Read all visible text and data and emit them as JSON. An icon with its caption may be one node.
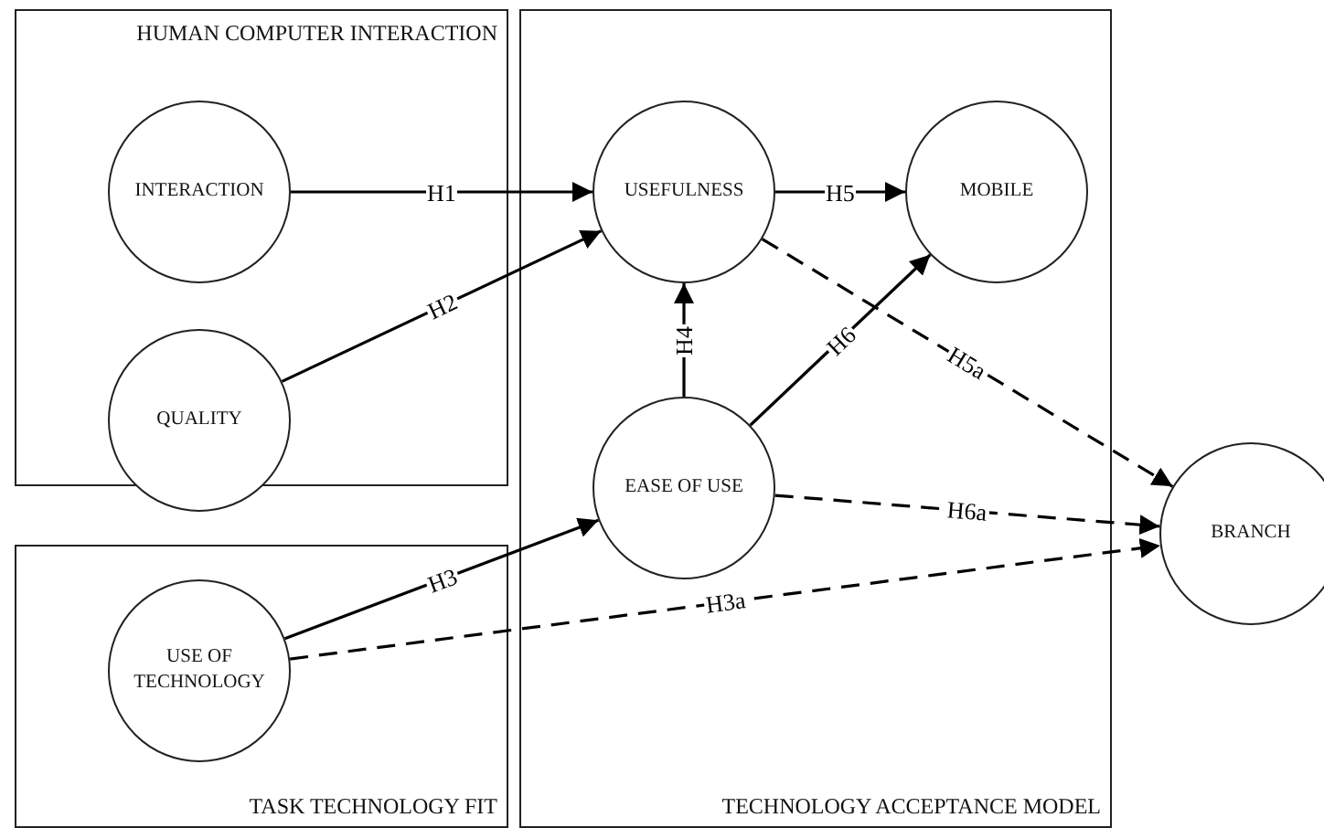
{
  "diagram": {
    "nodes": [
      {
        "text": [
          "HUMAN COMPUTER INTERACTION"
        ]
      },
      {
        "text": [
          "INTERACTION"
        ],
        "in": 0
      },
      {
        "text": [
          "QUALITY"
        ],
        "in": 0
      },
      {
        "text": [
          "TASK TECHNOLOGY FIT"
        ]
      },
      {
        "text": [
          "USE OF TECHNOLOGY"
        ],
        "in": 3
      },
      {
        "text": [
          "TECHNOLOGY ACCEPTANCE MODEL"
        ]
      },
      {
        "text": [
          "USEFULNESS"
        ],
        "in": 5
      },
      {
        "text": [
          "MOBILE"
        ],
        "in": 5
      },
      {
        "text": [
          "EASE OF USE"
        ],
        "in": 5
      },
      {
        "text": [
          "BRANCH"
        ]
      }
    ],
    "edges": [
      {
        "from": 1,
        "to": 6,
        "arrow": "to",
        "label": "H1"
      },
      {
        "from": 2,
        "to": 6,
        "arrow": "to",
        "label": "H2"
      },
      {
        "from": 4,
        "to": 8,
        "arrow": "to",
        "label": "H3"
      },
      {
        "from": 8,
        "to": 6,
        "arrow": "to",
        "label": "H4"
      },
      {
        "from": 6,
        "to": 7,
        "arrow": "to",
        "label": "H5"
      },
      {
        "from": 6,
        "to": 9,
        "arrow": "to",
        "label": "H5a",
        "style": "dashed"
      },
      {
        "from": 8,
        "to": 7,
        "arrow": "to",
        "label": "H6"
      },
      {
        "from": 8,
        "to": 9,
        "arrow": "to",
        "label": "H6a",
        "style": "dashed"
      },
      {
        "from": 4,
        "to": 9,
        "arrow": "to",
        "label": "H3a",
        "style": "dashed"
      }
    ]
  }
}
